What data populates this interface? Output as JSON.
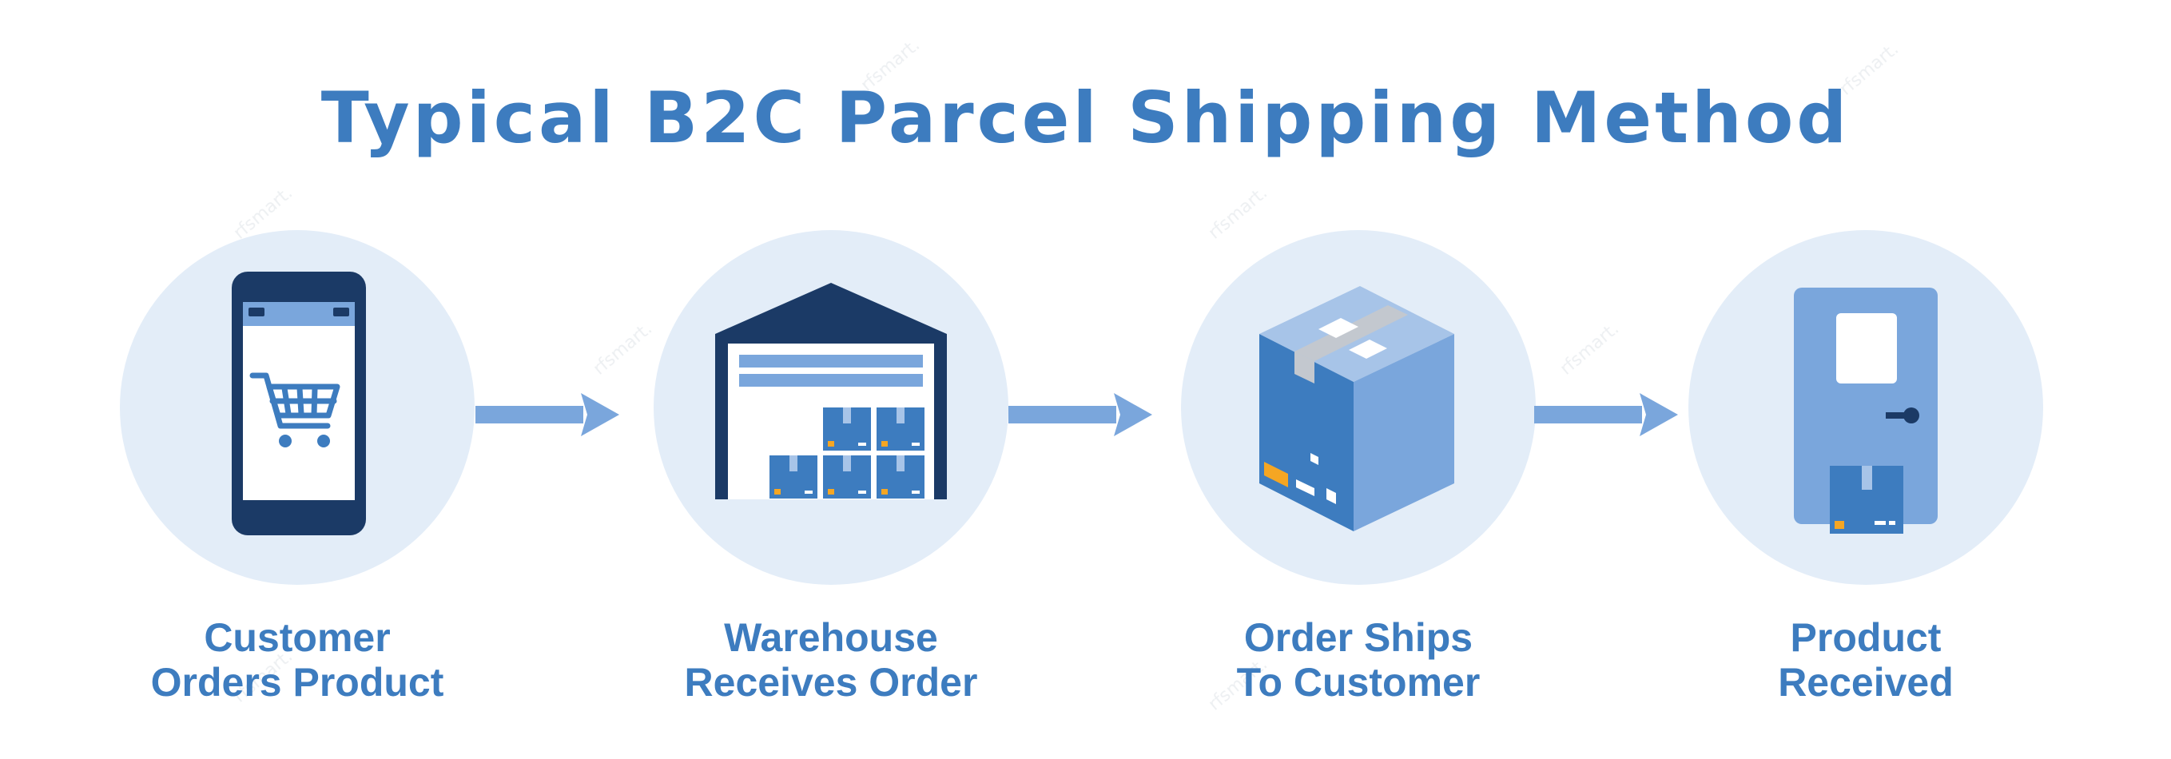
{
  "title": "Typical B2C Parcel Shipping Method",
  "watermark": "rfsmart.",
  "colors": {
    "title_blue": "#3d7cbf",
    "circle_bg": "#e3edf8",
    "navy": "#1b3a66",
    "mid_blue": "#3d7cbf",
    "light_blue": "#7aa6dc",
    "orange": "#f5a623"
  },
  "steps": [
    {
      "icon": "smartphone-cart-icon",
      "label_line1": "Customer",
      "label_line2": "Orders Product"
    },
    {
      "icon": "warehouse-icon",
      "label_line1": "Warehouse",
      "label_line2": "Receives Order"
    },
    {
      "icon": "shipping-box-icon",
      "label_line1": "Order Ships",
      "label_line2": "To Customer"
    },
    {
      "icon": "door-package-icon",
      "label_line1": "Product",
      "label_line2": "Received"
    }
  ],
  "connectors": [
    "arrow-right-icon",
    "arrow-right-icon",
    "arrow-right-icon"
  ]
}
